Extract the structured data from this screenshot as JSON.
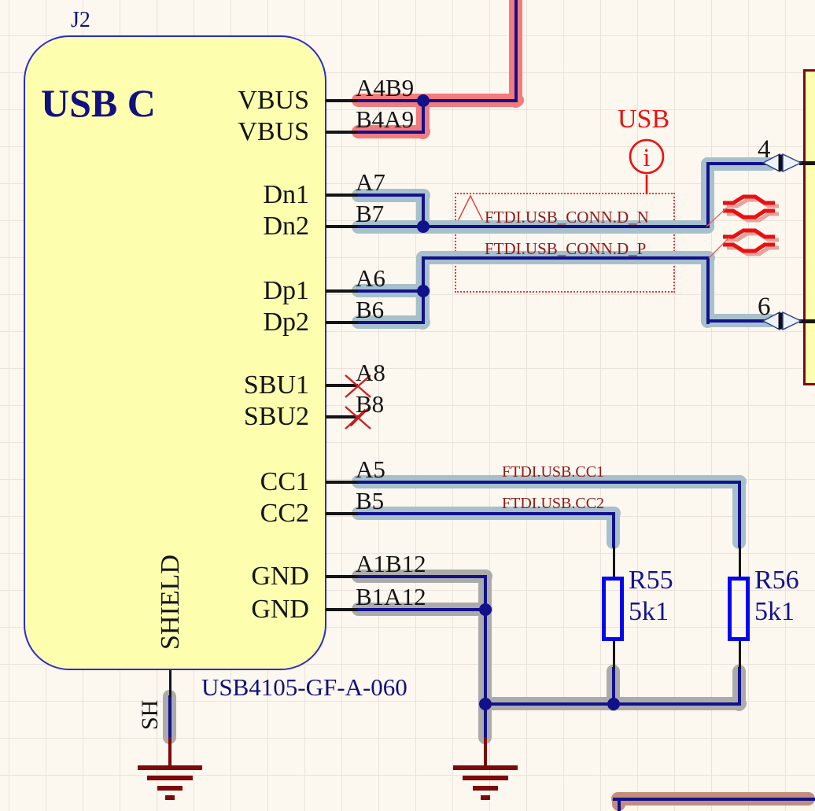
{
  "schematic": {
    "main_component": {
      "designator": "J2",
      "title": "USB C",
      "part_number": "USB4105-GF-A-060",
      "pins": [
        {
          "name": "VBUS",
          "number": "A4B9"
        },
        {
          "name": "VBUS",
          "number": "B4A9"
        },
        {
          "name": "Dn1",
          "number": "A7"
        },
        {
          "name": "Dn2",
          "number": "B7"
        },
        {
          "name": "Dp1",
          "number": "A6"
        },
        {
          "name": "Dp2",
          "number": "B6"
        },
        {
          "name": "SBU1",
          "number": "A8"
        },
        {
          "name": "SBU2",
          "number": "B8"
        },
        {
          "name": "CC1",
          "number": "A5"
        },
        {
          "name": "CC2",
          "number": "B5"
        },
        {
          "name": "GND",
          "number": "A1B12"
        },
        {
          "name": "GND",
          "number": "B1A12"
        }
      ],
      "shield_pin_name": "SHIELD",
      "shield_net_label": "SH"
    },
    "net_labels": {
      "d_n": "FTDI.USB_CONN.D_N",
      "d_p": "FTDI.USB_CONN.D_P",
      "cc1": "FTDI.USB.CC1",
      "cc2": "FTDI.USB.CC2"
    },
    "directive": {
      "label": "USB",
      "info_symbol": "i"
    },
    "resistors": [
      {
        "designator": "R55",
        "value": "5k1"
      },
      {
        "designator": "R56",
        "value": "5k1"
      }
    ],
    "right_component_pins": [
      {
        "number": "4"
      },
      {
        "number": "6"
      }
    ],
    "colors": {
      "wire": "#11118C",
      "highlight_vbus": "#F27B7D",
      "highlight_signal": "#A7C0CB",
      "highlight_gnd": "#ABABAB",
      "highlight_tan": "#C28D7B",
      "ground_symbol": "#7C0A0A",
      "net_label": "#8E1A1A",
      "directive_red": "#EA1212",
      "resistor_outline": "#0505EF",
      "component_fill": "#FDFFAF"
    }
  }
}
